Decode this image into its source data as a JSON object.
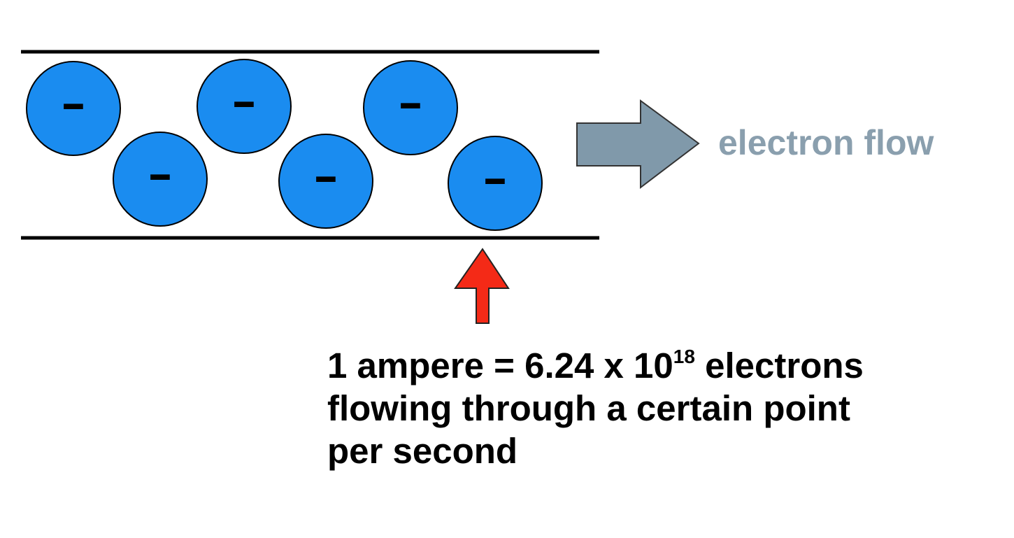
{
  "diagram": {
    "flow_label": "electron flow",
    "charge_symbol": "-",
    "electron_count": 6,
    "caption": {
      "line1_prefix": "1 ampere = 6.24 x 10",
      "line1_exponent": "18",
      "line1_suffix": " electrons",
      "line2": "flowing through a certain point",
      "line3": "per second"
    },
    "icons": {
      "flow_arrow": "right-arrow-icon",
      "point_marker": "up-arrow-icon"
    },
    "colors": {
      "electron_fill": "#1a8cf0",
      "flow_arrow_fill": "#8099aa",
      "flow_label": "#8a9fae",
      "point_marker_fill": "#f42a17",
      "wire": "#000000"
    }
  }
}
